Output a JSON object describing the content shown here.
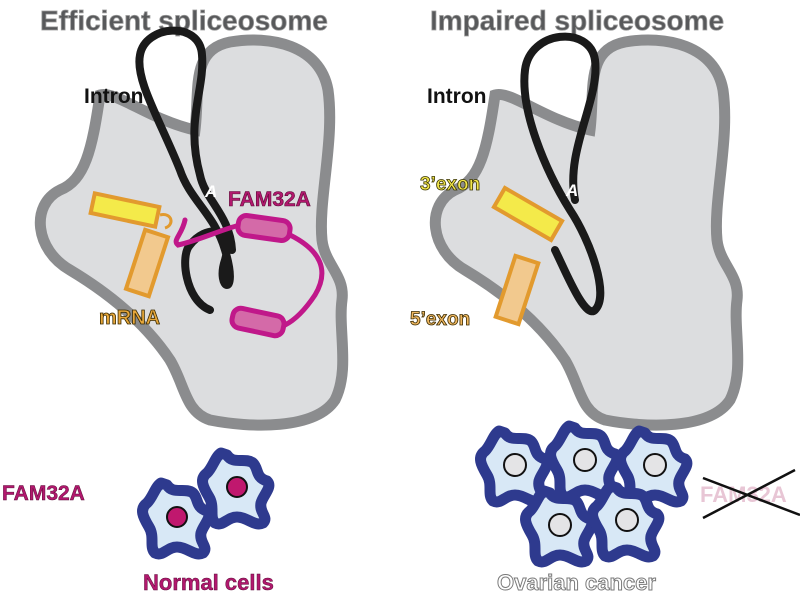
{
  "titles": {
    "left": "Efficient spliceosome",
    "right": "Impaired spliceosome"
  },
  "left_panel": {
    "intron": "Intron",
    "branch_point": "A",
    "protein": "FAM32A",
    "mrna": "mRNA"
  },
  "right_panel": {
    "intron": "Intron",
    "branch_point": "A",
    "exon3": "3’exon",
    "exon5": "5’exon"
  },
  "bottom": {
    "fam_label": "FAM32A",
    "normal_label": "Normal cells",
    "cancer_label": "Ovarian cancer",
    "fam_absent_label": "FAM32A"
  },
  "colors": {
    "spliceosome_fill": "#dcdddf",
    "spliceosome_stroke": "#8b8c8e",
    "fam32a": "#c0188a",
    "exon_yellow": "#f4ea4a",
    "exon_orange": "#f2c98e",
    "cell_blue": "#2e3a8e",
    "cytoplasm": "#d8e8f6"
  }
}
